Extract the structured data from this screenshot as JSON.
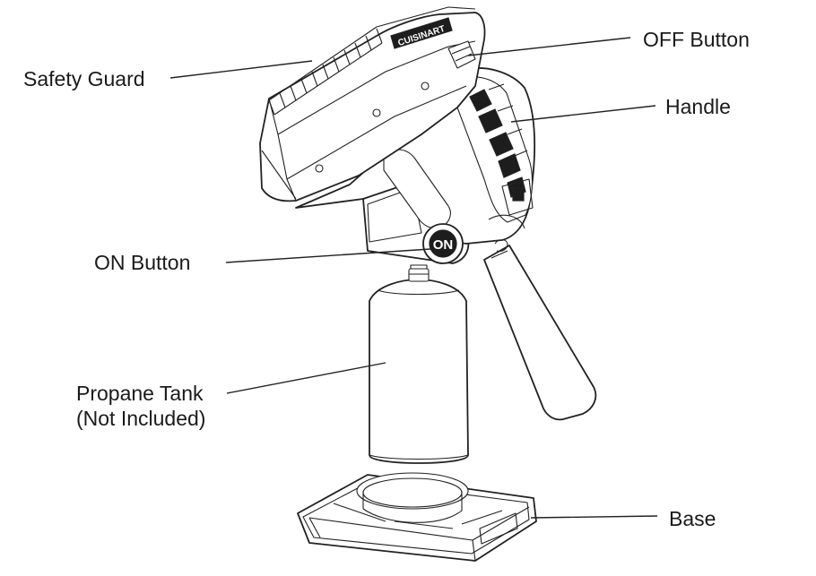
{
  "labels": {
    "safety_guard": "Safety Guard",
    "off_button": "OFF Button",
    "handle": "Handle",
    "on_button": "ON Button",
    "propane_tank_line1": "Propane Tank",
    "propane_tank_line2": "(Not Included)",
    "base": "Base"
  },
  "product": {
    "brand_mark": "CUISINART",
    "button_text": "ON"
  }
}
